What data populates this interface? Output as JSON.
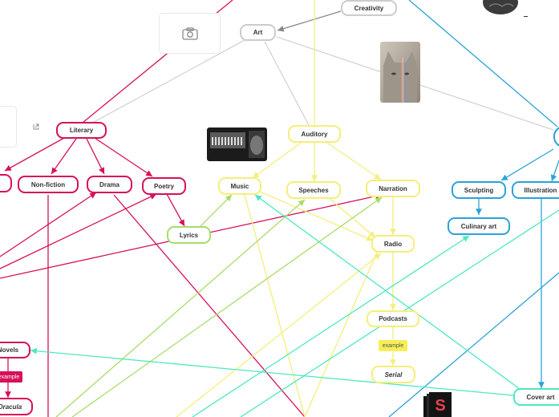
{
  "colors": {
    "grey": "#cccccc",
    "red": "#d6105a",
    "yellow": "#f5ee7a",
    "green": "#a8dc6a",
    "blue": "#2aa3d8",
    "teal": "#4ee8c0"
  },
  "nodes": {
    "creativity": "Creativity",
    "art": "Art",
    "literary": "Literary",
    "auditory": "Auditory",
    "non_fiction": "Non-fiction",
    "drama": "Drama",
    "poetry": "Poetry",
    "music": "Music",
    "speeches": "Speeches",
    "narration": "Narration",
    "lyrics": "Lyrics",
    "radio": "Radio",
    "podcasts": "Podcasts",
    "serial": "Serial",
    "novels": "Novels",
    "dracula": "Dracula",
    "sculpting": "Sculpting",
    "illustration": "Illustration",
    "culinary_art": "Culinary art",
    "cover_art": "Cover art"
  },
  "tags": {
    "example_red": "example",
    "example_yellow": "example"
  },
  "icons": {
    "image_placeholder": "camera-icon",
    "open_link": "external-link-icon",
    "podcast_logo": "letter-s-logo"
  }
}
